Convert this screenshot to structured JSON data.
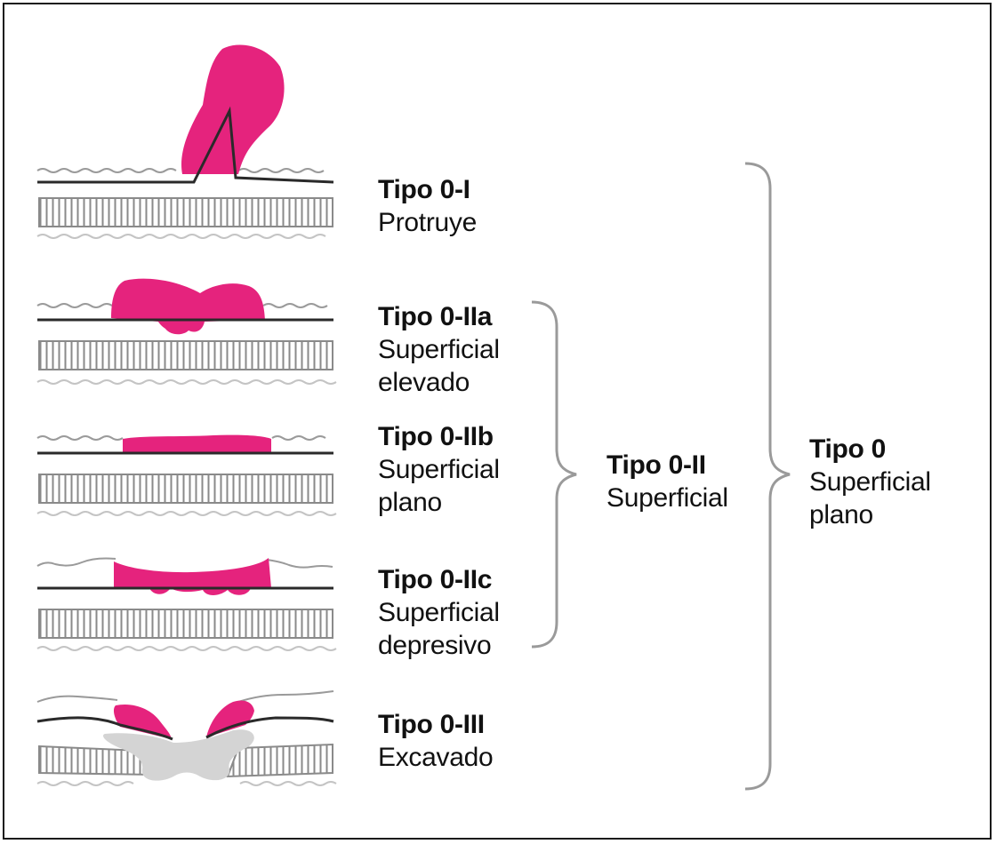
{
  "types": [
    {
      "id": "0-I",
      "title": "Tipo 0-I",
      "desc": [
        "Protruye"
      ]
    },
    {
      "id": "0-IIa",
      "title": "Tipo 0-IIa",
      "desc": [
        "Superficial",
        "elevado"
      ]
    },
    {
      "id": "0-IIb",
      "title": "Tipo 0-IIb",
      "desc": [
        "Superficial",
        "plano"
      ]
    },
    {
      "id": "0-IIc",
      "title": "Tipo 0-IIc",
      "desc": [
        "Superficial",
        "depresivo"
      ]
    },
    {
      "id": "0-III",
      "title": "Tipo 0-III",
      "desc": [
        "Excavado"
      ]
    }
  ],
  "group_ii": {
    "title": "Tipo 0-II",
    "desc": [
      "Superficial"
    ]
  },
  "group_0": {
    "title": "Tipo 0",
    "desc": [
      "Superficial",
      "plano"
    ]
  },
  "colors": {
    "lesion": "#e5237d",
    "line": "#2a2a2a",
    "tissue": "#8a8a8a",
    "excavation": "#d4d4d4",
    "bracket": "#9a9a9a"
  }
}
